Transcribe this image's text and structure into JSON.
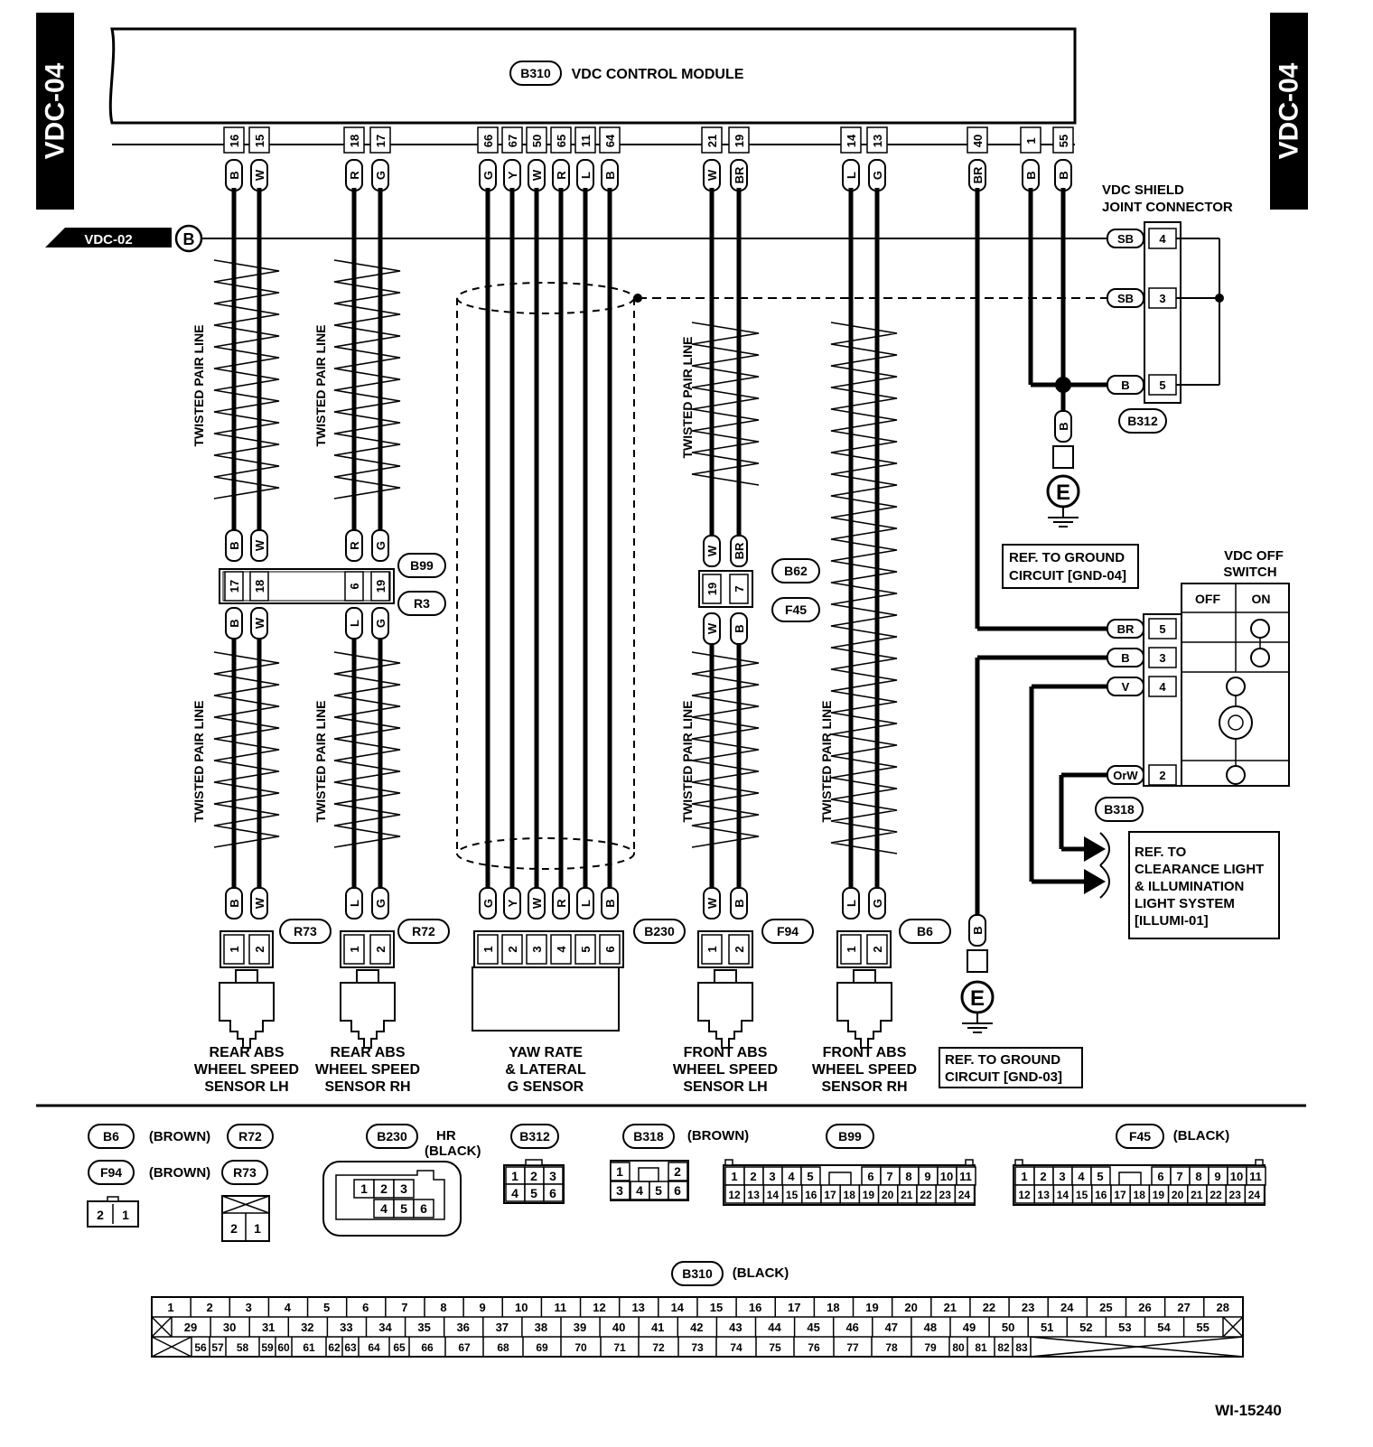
{
  "page_tabs": {
    "left": "VDC-04",
    "right": "VDC-04"
  },
  "module": {
    "connector": "B310",
    "title": "VDC CONTROL MODULE"
  },
  "module_pins": [
    "16",
    "15",
    "18",
    "17",
    "66",
    "67",
    "50",
    "65",
    "11",
    "64",
    "21",
    "19",
    "14",
    "13",
    "40",
    "1",
    "55"
  ],
  "module_wire_colors": [
    "B",
    "W",
    "R",
    "G",
    "G",
    "Y",
    "W",
    "R",
    "L",
    "B",
    "W",
    "BR",
    "L",
    "G",
    "BR",
    "B",
    "B"
  ],
  "vdc02_ref": {
    "label": "VDC-02",
    "marker": "B"
  },
  "twisted_pair_label": "TWISTED PAIR LINE",
  "shield_connector": {
    "title_line1": "VDC SHIELD",
    "title_line2": "JOINT CONNECTOR",
    "id": "B312",
    "wires": [
      {
        "color": "SB",
        "pin": "4"
      },
      {
        "color": "SB",
        "pin": "3"
      },
      {
        "color": "B",
        "pin": "5"
      }
    ],
    "ground_wire": "B",
    "ground_marker": "E"
  },
  "ground_ref_1": {
    "line1": "REF. TO GROUND",
    "line2": "CIRCUIT [GND-04]"
  },
  "ground_ref_2": {
    "line1": "REF. TO GROUND",
    "line2": "CIRCUIT [GND-03]",
    "wire": "B",
    "marker": "E"
  },
  "joint_b99_r3": {
    "ids": [
      "B99",
      "R3"
    ],
    "upper_colors": [
      "B",
      "W",
      "R",
      "G"
    ],
    "pins": [
      "17",
      "18",
      "6",
      "19"
    ],
    "lower_colors": [
      "B",
      "W",
      "L",
      "G"
    ]
  },
  "joint_b62_f45": {
    "ids": [
      "B62",
      "F45"
    ],
    "upper_colors": [
      "W",
      "BR"
    ],
    "pins": [
      "19",
      "7"
    ],
    "lower_colors": [
      "W",
      "B"
    ]
  },
  "sensors": [
    {
      "id": "R73",
      "colors": [
        "B",
        "W"
      ],
      "pins": [
        "1",
        "2"
      ],
      "name": [
        "REAR ABS",
        "WHEEL SPEED",
        "SENSOR LH"
      ]
    },
    {
      "id": "R72",
      "colors": [
        "L",
        "G"
      ],
      "pins": [
        "1",
        "2"
      ],
      "name": [
        "REAR ABS",
        "WHEEL SPEED",
        "SENSOR RH"
      ]
    },
    {
      "id": "B230",
      "colors": [
        "G",
        "Y",
        "W",
        "R",
        "L",
        "B"
      ],
      "pins": [
        "1",
        "2",
        "3",
        "4",
        "5",
        "6"
      ],
      "name": [
        "YAW RATE",
        "& LATERAL",
        "G SENSOR"
      ]
    },
    {
      "id": "F94",
      "colors": [
        "W",
        "B"
      ],
      "pins": [
        "1",
        "2"
      ],
      "name": [
        "FRONT ABS",
        "WHEEL SPEED",
        "SENSOR LH"
      ]
    },
    {
      "id": "B6",
      "colors": [
        "L",
        "G"
      ],
      "pins": [
        "1",
        "2"
      ],
      "name": [
        "FRONT ABS",
        "WHEEL SPEED",
        "SENSOR RH"
      ]
    }
  ],
  "off_switch": {
    "title_line1": "VDC OFF",
    "title_line2": "SWITCH",
    "off": "OFF",
    "on": "ON",
    "id": "B318",
    "wires": [
      {
        "color": "BR",
        "pin": "5"
      },
      {
        "color": "B",
        "pin": "3"
      },
      {
        "color": "V",
        "pin": "4"
      },
      {
        "color": "OrW",
        "pin": "2"
      }
    ]
  },
  "illumination_ref": [
    "REF. TO",
    "CLEARANCE LIGHT",
    "& ILLUMINATION",
    "LIGHT SYSTEM",
    "[ILLUMI-01]"
  ],
  "connector_views": {
    "b6": {
      "id": "B6",
      "color": "(BROWN)"
    },
    "r72": {
      "id": "R72"
    },
    "f94": {
      "id": "F94",
      "color": "(BROWN)"
    },
    "r73": {
      "id": "R73"
    },
    "two_pin": [
      "2",
      "1"
    ],
    "b230": {
      "id": "B230",
      "color_line1": "HR",
      "color_line2": "(BLACK)",
      "pins": [
        "1",
        "2",
        "3",
        "4",
        "5",
        "6"
      ]
    },
    "b312": {
      "id": "B312",
      "pins": [
        "1",
        "2",
        "3",
        "4",
        "5",
        "6"
      ]
    },
    "b318": {
      "id": "B318",
      "color": "(BROWN)",
      "pins": [
        "1",
        "2",
        "3",
        "4",
        "5",
        "6"
      ]
    },
    "b99": {
      "id": "B99"
    },
    "f45": {
      "id": "F45",
      "color": "(BLACK)"
    },
    "b310": {
      "id": "B310",
      "color": "(BLACK)"
    }
  },
  "figure_id": "WI-15240"
}
